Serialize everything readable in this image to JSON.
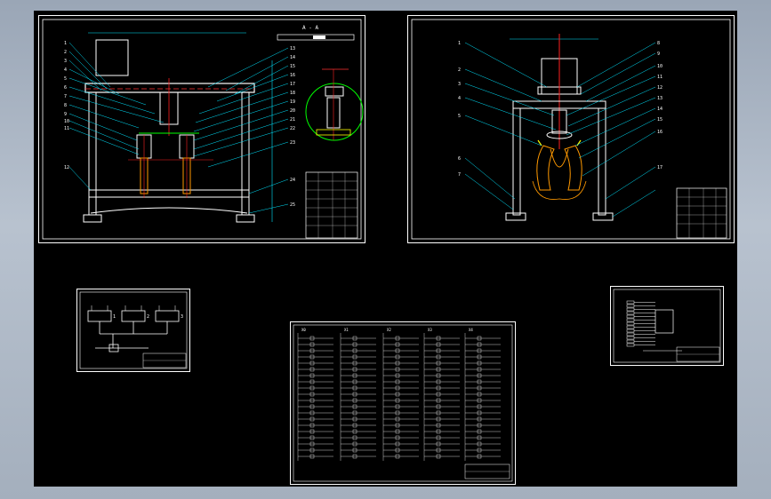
{
  "colors": {
    "background": "#000000",
    "frame": "#ffffff",
    "leader": "#00e5ff",
    "part": "#00ff00",
    "centerline": "#ff2020",
    "mark": "#ff3030",
    "hatch": "#ffff00",
    "gripper": "#ff9900"
  },
  "drawings": {
    "front_view": {
      "section_label": "A - A",
      "title_block_label": "",
      "left_callouts": [
        "1",
        "2",
        "3",
        "4",
        "5",
        "6",
        "7",
        "8",
        "9",
        "10",
        "11",
        "12"
      ],
      "right_callouts": [
        "13",
        "14",
        "15",
        "16",
        "17",
        "18",
        "19",
        "20",
        "21",
        "22",
        "23",
        "24",
        "25"
      ]
    },
    "side_view": {
      "callouts": [
        "1",
        "2",
        "3",
        "4",
        "5",
        "6",
        "7",
        "8",
        "9",
        "10",
        "11",
        "12",
        "13",
        "14",
        "15",
        "16",
        "17"
      ]
    },
    "pneumatic_circuit": {
      "valve_labels": [
        "1",
        "2",
        "3"
      ]
    },
    "plc_ladder": {
      "column_headers": [
        "X0",
        "X1",
        "X2",
        "X3",
        "X4"
      ]
    },
    "io_wiring": {
      "label": ""
    }
  }
}
